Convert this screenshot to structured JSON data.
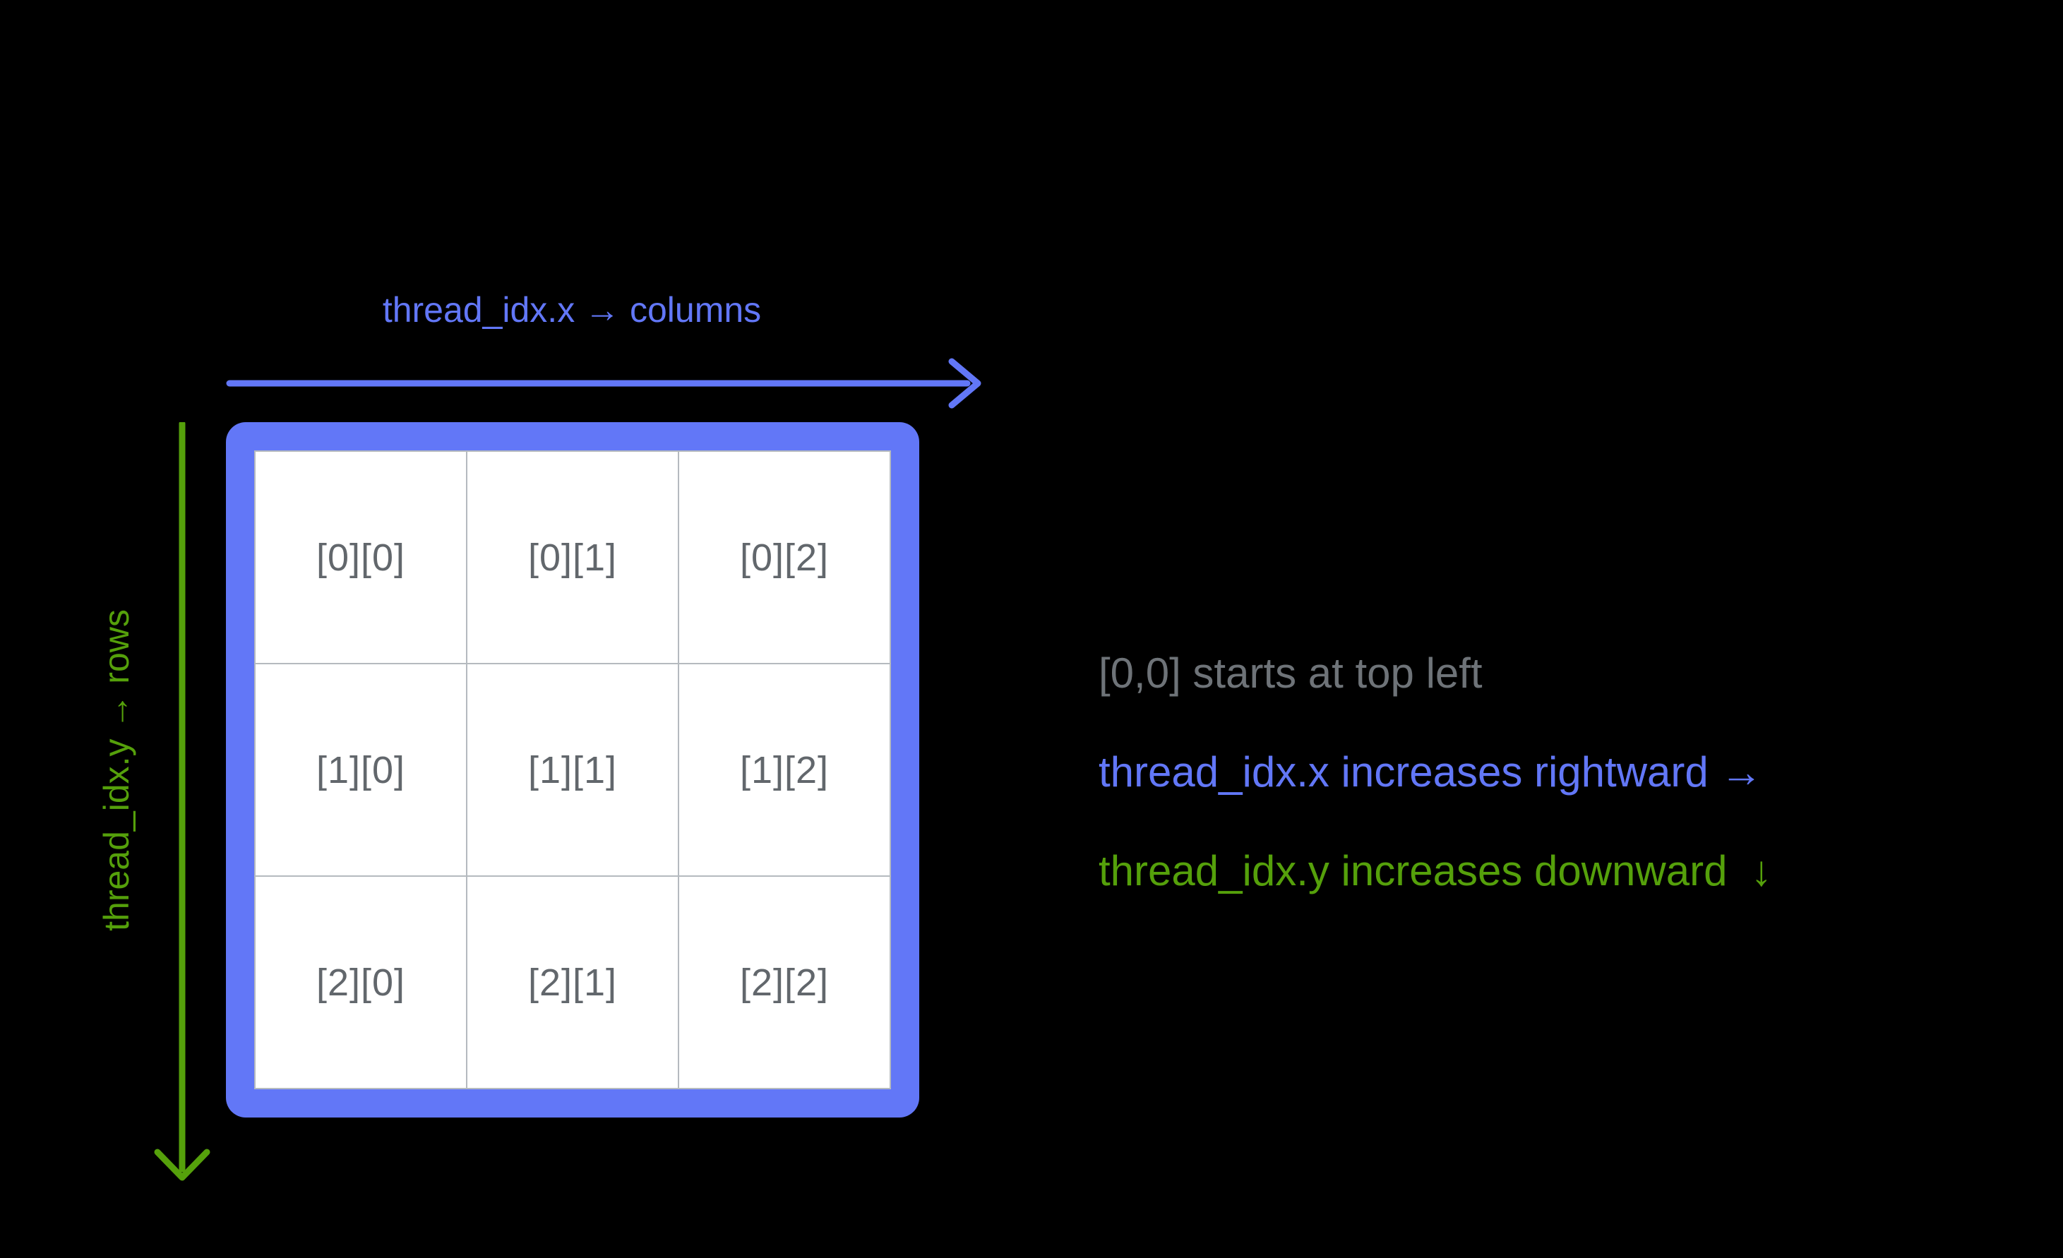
{
  "colors": {
    "blue": "#6277F7",
    "green": "#55A00B",
    "text_gray": "#6E7378",
    "cell_text": "#62676C",
    "divider": "#B5BABF",
    "cell_bg": "#FFFFFF",
    "background": "#000000"
  },
  "axis_x": {
    "label": "thread_idx.x → columns"
  },
  "axis_y": {
    "label": "thread_idx.y → rows"
  },
  "grid": {
    "rows": [
      [
        "[0][0]",
        "[0][1]",
        "[0][2]"
      ],
      [
        "[1][0]",
        "[1][1]",
        "[1][2]"
      ],
      [
        "[2][0]",
        "[2][1]",
        "[2][2]"
      ]
    ]
  },
  "notes": [
    {
      "text": "[0,0] starts at top left",
      "color": "gray"
    },
    {
      "text": "thread_idx.x increases rightward →",
      "color": "blue"
    },
    {
      "text": "thread_idx.y increases downward  ↓",
      "color": "green"
    }
  ]
}
